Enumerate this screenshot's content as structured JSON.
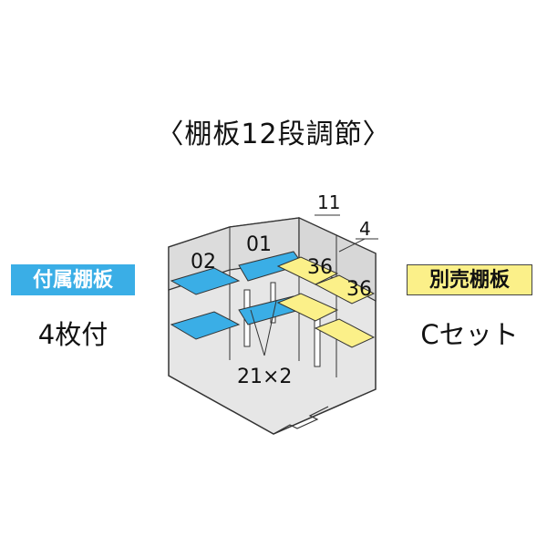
{
  "title": "〈棚板12段調節〉",
  "left": {
    "badge": "付属棚板",
    "sub": "4枚付",
    "badge_color": "#3aaee6"
  },
  "right": {
    "badge": "別売棚板",
    "sub": "Cセット",
    "badge_color": "#fbf089"
  },
  "diagram": {
    "labels": {
      "shelf_a": "02",
      "shelf_b": "01",
      "shelf_c": "36",
      "shelf_d": "36",
      "top_a": "11",
      "top_b": "4",
      "bottom": "21×2"
    },
    "colors": {
      "included": "#3aaee6",
      "optional": "#fbf089",
      "frame": "#e0e0e0",
      "outline": "#333333"
    }
  }
}
